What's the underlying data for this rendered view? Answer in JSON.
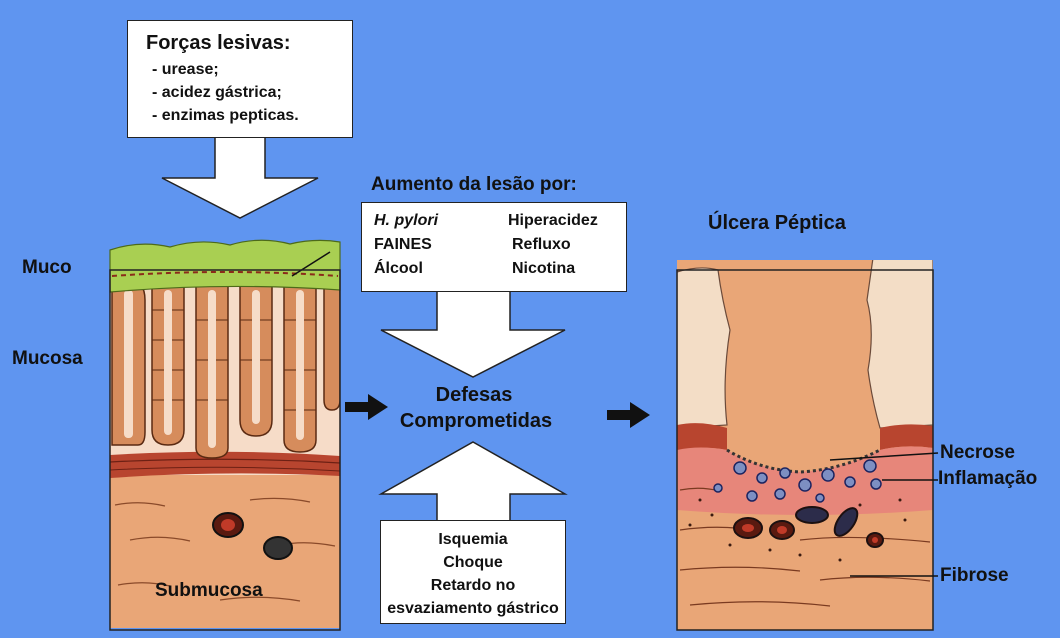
{
  "top_box": {
    "title": "Forças lesivas:",
    "items": [
      "- urease;",
      "- acidez gástrica;",
      "- enzimas pepticas."
    ]
  },
  "middle": {
    "aumento_title": "Aumento da lesão por:",
    "aumento_left": [
      "H. pylori",
      "FAINES",
      "Álcool"
    ],
    "aumento_right": [
      "Hiperacidez",
      "Refluxo",
      "Nicotina"
    ],
    "defesas_line1": "Defesas",
    "defesas_line2": "Comprometidas",
    "bottom_items": [
      "Isquemia",
      "Choque",
      "Retardo no",
      "esvaziamento gástrico"
    ]
  },
  "left_tissue": {
    "labels": {
      "muco": "Muco",
      "mucosa": "Mucosa",
      "submucosa": "Submucosa"
    }
  },
  "right_tissue": {
    "title": "Úlcera Péptica",
    "labels": {
      "necrose": "Necrose",
      "inflamacao": "Inflamação",
      "fibrose": "Fibrose"
    }
  },
  "colors": {
    "background": "#5f95f0",
    "mucus": "#a9cf52",
    "mucosa_bg": "#f6dcc8",
    "gland": "#d68c5c",
    "muscle_band": "#b8452f",
    "submucosa": "#e9a677",
    "ulcer_wall": "#f3ddc6",
    "inflammation": "#e7867a",
    "cell": "#7d8fc2"
  }
}
